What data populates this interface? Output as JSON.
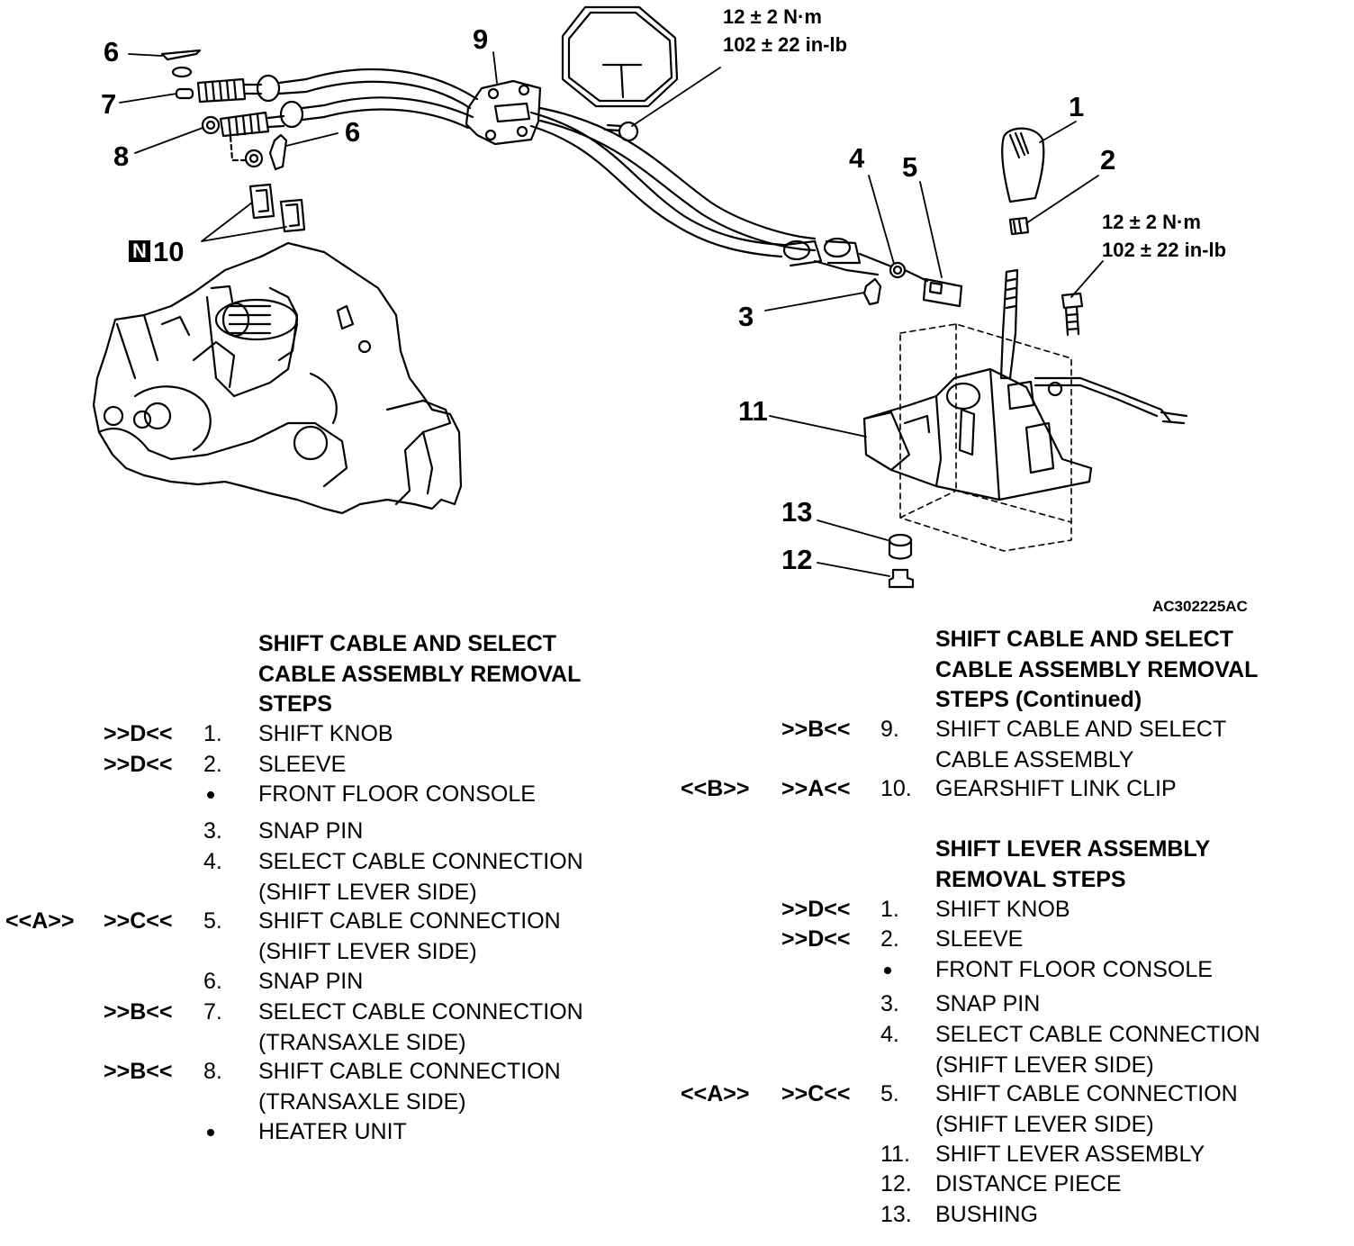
{
  "figure_code": "AC302225AC",
  "torque_top": {
    "line1": "12 ± 2 N·m",
    "line2": "102 ± 22 in-lb"
  },
  "torque_right": {
    "line1": "12 ± 2 N·m",
    "line2": "102 ± 22 in-lb"
  },
  "callouts": {
    "c1": "1",
    "c2": "2",
    "c3": "3",
    "c4": "4",
    "c5": "5",
    "c6a": "6",
    "c6b": "6",
    "c7": "7",
    "c8": "8",
    "c9": "9",
    "c10_badge": "N",
    "c10": "10",
    "c11": "11",
    "c12": "12",
    "c13": "13"
  },
  "left_list": {
    "title": [
      "SHIFT CABLE AND SELECT",
      "CABLE ASSEMBLY REMOVAL",
      "STEPS"
    ],
    "steps": [
      {
        "ref1": "",
        "ref2": ">>D<<",
        "num": "1.",
        "lines": [
          "SHIFT KNOB"
        ]
      },
      {
        "ref1": "",
        "ref2": ">>D<<",
        "num": "2.",
        "lines": [
          "SLEEVE"
        ]
      },
      {
        "ref1": "",
        "ref2": "",
        "num": "•",
        "lines": [
          "FRONT FLOOR CONSOLE"
        ]
      },
      {
        "ref1": "",
        "ref2": "",
        "num": "3.",
        "lines": [
          "SNAP PIN"
        ]
      },
      {
        "ref1": "",
        "ref2": "",
        "num": "4.",
        "lines": [
          "SELECT CABLE CONNECTION",
          "(SHIFT LEVER SIDE)"
        ]
      },
      {
        "ref1": "<<A>>",
        "ref2": ">>C<<",
        "num": "5.",
        "lines": [
          "SHIFT CABLE CONNECTION",
          "(SHIFT LEVER SIDE)"
        ]
      },
      {
        "ref1": "",
        "ref2": "",
        "num": "6.",
        "lines": [
          "SNAP PIN"
        ]
      },
      {
        "ref1": "",
        "ref2": ">>B<<",
        "num": "7.",
        "lines": [
          "SELECT CABLE CONNECTION",
          "(TRANSAXLE SIDE)"
        ]
      },
      {
        "ref1": "",
        "ref2": ">>B<<",
        "num": "8.",
        "lines": [
          "SHIFT CABLE CONNECTION",
          "(TRANSAXLE SIDE)"
        ]
      },
      {
        "ref1": "",
        "ref2": "",
        "num": "•",
        "lines": [
          "HEATER UNIT"
        ]
      }
    ]
  },
  "right_list": {
    "title": [
      "SHIFT CABLE AND SELECT",
      "CABLE ASSEMBLY REMOVAL",
      "STEPS (Continued)"
    ],
    "steps": [
      {
        "ref1": "",
        "ref2": ">>B<<",
        "num": "9.",
        "lines": [
          "SHIFT CABLE AND SELECT",
          "CABLE ASSEMBLY"
        ]
      },
      {
        "ref1": "<<B>>",
        "ref2": ">>A<<",
        "num": "10.",
        "lines": [
          "GEARSHIFT LINK CLIP"
        ]
      }
    ],
    "title2": [
      "SHIFT LEVER ASSEMBLY",
      "REMOVAL STEPS"
    ],
    "steps2": [
      {
        "ref1": "",
        "ref2": ">>D<<",
        "num": "1.",
        "lines": [
          "SHIFT KNOB"
        ]
      },
      {
        "ref1": "",
        "ref2": ">>D<<",
        "num": "2.",
        "lines": [
          "SLEEVE"
        ]
      },
      {
        "ref1": "",
        "ref2": "",
        "num": "•",
        "lines": [
          "FRONT FLOOR CONSOLE"
        ]
      },
      {
        "ref1": "",
        "ref2": "",
        "num": "3.",
        "lines": [
          "SNAP PIN"
        ]
      },
      {
        "ref1": "",
        "ref2": "",
        "num": "4.",
        "lines": [
          "SELECT CABLE CONNECTION",
          "(SHIFT LEVER SIDE)"
        ]
      },
      {
        "ref1": "<<A>>",
        "ref2": ">>C<<",
        "num": "5.",
        "lines": [
          "SHIFT CABLE CONNECTION",
          "(SHIFT LEVER SIDE)"
        ]
      },
      {
        "ref1": "",
        "ref2": "",
        "num": "11.",
        "lines": [
          "SHIFT LEVER ASSEMBLY"
        ]
      },
      {
        "ref1": "",
        "ref2": "",
        "num": "12.",
        "lines": [
          "DISTANCE PIECE"
        ]
      },
      {
        "ref1": "",
        "ref2": "",
        "num": "13.",
        "lines": [
          "BUSHING"
        ]
      }
    ]
  }
}
